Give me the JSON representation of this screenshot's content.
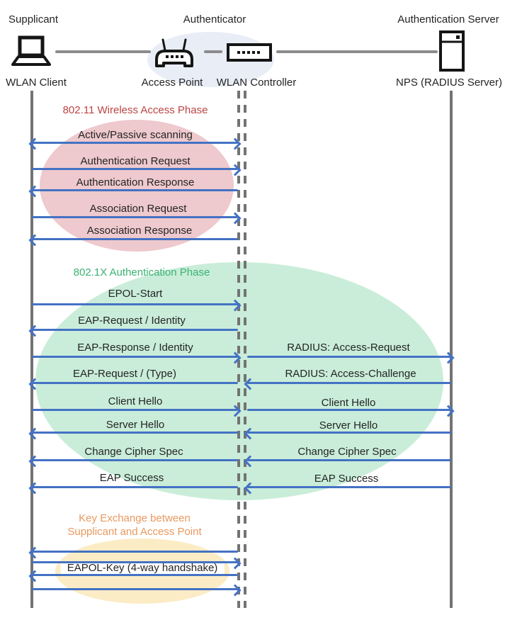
{
  "diagram": {
    "roles": {
      "supplicant": "Supplicant",
      "authenticator": "Authenticator",
      "auth_server": "Authentication Server"
    },
    "devices": {
      "wlan_client": "WLAN Client",
      "access_point": "Access Point",
      "wlan_controller": "WLAN Controller",
      "nps": "NPS (RADIUS Server)"
    },
    "phases": {
      "wireless": {
        "title": "802.11 Wireless Access Phase",
        "color": "#bc4341",
        "fill": "#eec9cd"
      },
      "dot1x": {
        "title": "802.1X Authentication Phase",
        "color": "#3bb273",
        "fill": "#c9edd9"
      },
      "key_exchange": {
        "title_line1": "Key Exchange between",
        "title_line2": "Supplicant and Access Point",
        "color": "#e9995e",
        "fill": "#fcecc5"
      }
    },
    "messages": {
      "scanning": "Active/Passive scanning",
      "auth_request": "Authentication Request",
      "auth_response": "Authentication Response",
      "assoc_request": "Association Request",
      "assoc_response": "Association Response",
      "epol_start": "EPOL-Start",
      "eap_request_identity": "EAP-Request / Identity",
      "eap_response_identity": "EAP-Response / Identity",
      "radius_access_request": "RADIUS: Access-Request",
      "eap_request_type": "EAP-Request / (Type)",
      "radius_access_challenge": "RADIUS: Access-Challenge",
      "client_hello_left": "Client Hello",
      "client_hello_right": "Client Hello",
      "server_hello_left": "Server Hello",
      "server_hello_right": "Server Hello",
      "change_cipher_spec_left": "Change Cipher Spec",
      "change_cipher_spec_right": "Change Cipher Spec",
      "eap_success_left": "EAP Success",
      "eap_success_right": "EAP Success",
      "eapol_key": "EAPOL-Key (4-way handshake)"
    },
    "colors": {
      "arrow": "#4472c4",
      "lifeline": "#737373",
      "connector": "#8c8c8c",
      "authenticator_group_fill": "#e9edf6"
    }
  }
}
